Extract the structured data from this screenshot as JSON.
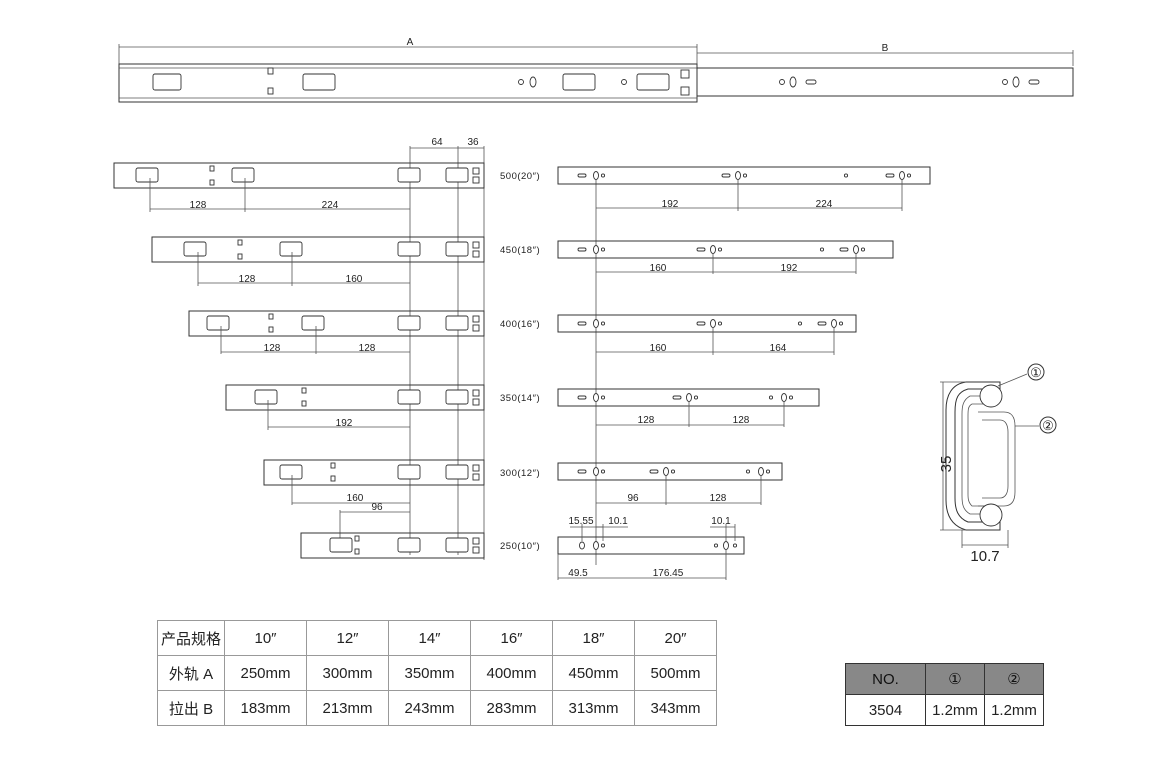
{
  "top_view": {
    "label_a": "A",
    "label_b": "B"
  },
  "spacing_dims": {
    "d1": "64",
    "d2": "36"
  },
  "rails": [
    {
      "size": "500(20″)",
      "left": [
        "128",
        "224"
      ],
      "right": [
        "192",
        "224"
      ]
    },
    {
      "size": "450(18″)",
      "left": [
        "128",
        "160"
      ],
      "right": [
        "160",
        "192"
      ]
    },
    {
      "size": "400(16″)",
      "left": [
        "128",
        "128"
      ],
      "right": [
        "160",
        "164"
      ]
    },
    {
      "size": "350(14″)",
      "left": [
        "192"
      ],
      "right": [
        "128",
        "128"
      ]
    },
    {
      "size": "300(12″)",
      "left": [
        "160",
        "96"
      ],
      "right": [
        "96",
        "128"
      ]
    },
    {
      "size": "250(10″)",
      "left": [],
      "right": [
        "15.55",
        "10.1",
        "10.1",
        "49.5",
        "176.45"
      ]
    }
  ],
  "profile": {
    "height": "35",
    "width": "10.7",
    "mark1": "①",
    "mark2": "②"
  },
  "spec_table": {
    "header": [
      "产品规格",
      "10″",
      "12″",
      "14″",
      "16″",
      "18″",
      "20″"
    ],
    "row_a": [
      "外轨 A",
      "250mm",
      "300mm",
      "350mm",
      "400mm",
      "450mm",
      "500mm"
    ],
    "row_b": [
      "拉出 B",
      "183mm",
      "213mm",
      "243mm",
      "283mm",
      "313mm",
      "343mm"
    ]
  },
  "no_table": {
    "header": [
      "NO.",
      "①",
      "②"
    ],
    "row": [
      "3504",
      "1.2mm",
      "1.2mm"
    ]
  }
}
